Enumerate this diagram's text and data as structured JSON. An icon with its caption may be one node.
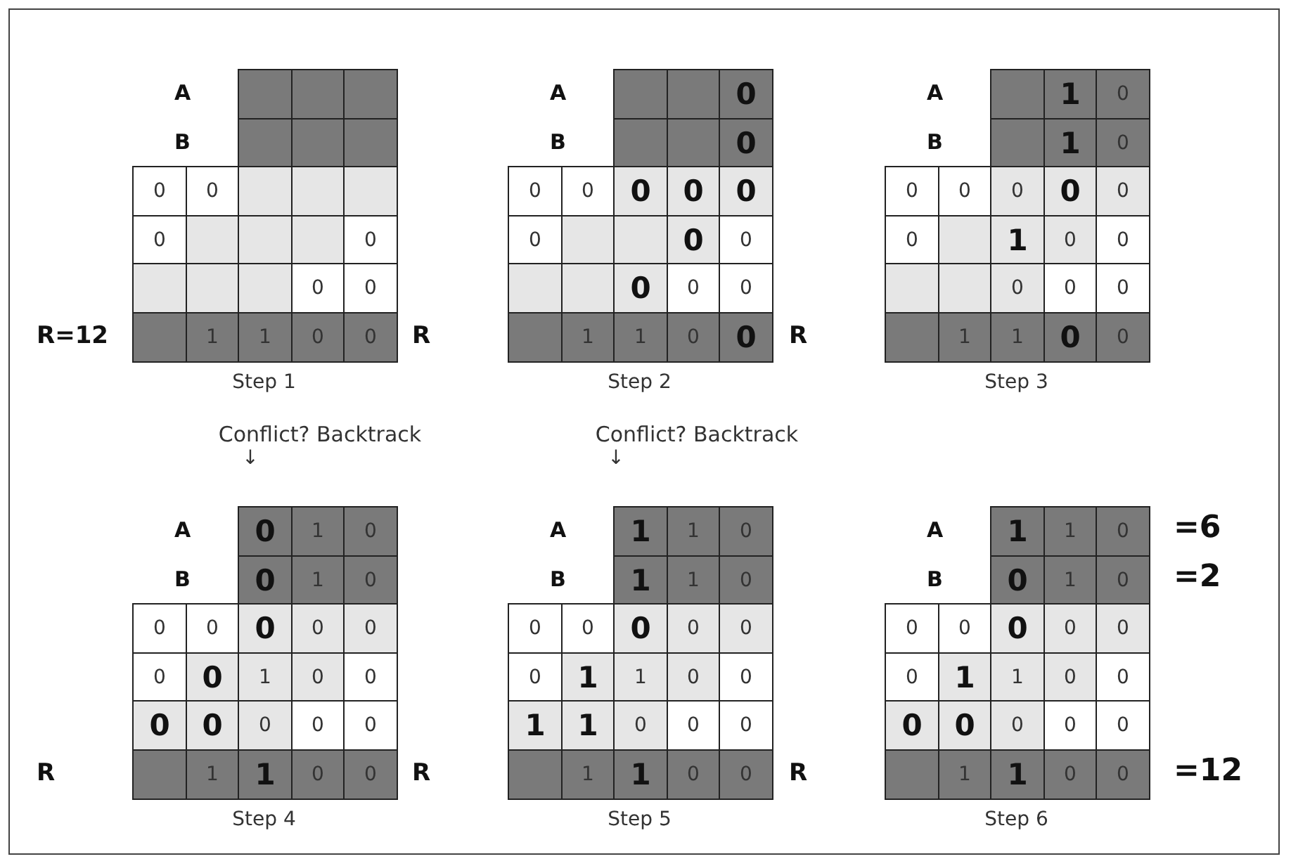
{
  "diagram": {
    "labels": [
      "A",
      "B",
      "0",
      "0",
      "0",
      "0",
      "0",
      "0",
      "R=12",
      "1",
      "1",
      "0",
      "0",
      "Step 1",
      "A",
      "0",
      "B",
      "0",
      "0",
      "0",
      "0",
      "0",
      "0",
      "0",
      "0",
      "0",
      "0",
      "0",
      "0",
      "R",
      "1",
      "1",
      "0",
      "0",
      "Step 2",
      "A",
      "1",
      "0",
      "B",
      "1",
      "0",
      "0",
      "0",
      "0",
      "0",
      "0",
      "0",
      "1",
      "0",
      "0",
      "0",
      "0",
      "0",
      "R",
      "1",
      "1",
      "0",
      "0",
      "Step 3",
      "Conflict? Backtrack",
      "↓",
      "Conflict? Backtrack",
      "↓",
      "A",
      "0",
      "1",
      "0",
      "B",
      "0",
      "1",
      "0",
      "0",
      "0",
      "0",
      "0",
      "0",
      "0",
      "0",
      "1",
      "0",
      "0",
      "0",
      "0",
      "0",
      "0",
      "0",
      "R",
      "1",
      "1",
      "0",
      "0",
      "Step 4",
      "A",
      "1",
      "1",
      "0",
      "B",
      "1",
      "1",
      "0",
      "0",
      "0",
      "0",
      "0",
      "0",
      "0",
      "1",
      "1",
      "0",
      "0",
      "1",
      "1",
      "0",
      "0",
      "0",
      "R",
      "1",
      "1",
      "0",
      "0",
      "Step 5",
      "A",
      "1",
      "1",
      "0",
      "=6",
      "B",
      "0",
      "1",
      "0",
      "=2",
      "0",
      "0",
      "0",
      "0",
      "0",
      "0",
      "1",
      "1",
      "0",
      "0",
      "0",
      "0",
      "0",
      "0",
      "0",
      "R",
      "1",
      "1",
      "0",
      "0",
      "=12",
      "Step 6"
    ]
  }
}
